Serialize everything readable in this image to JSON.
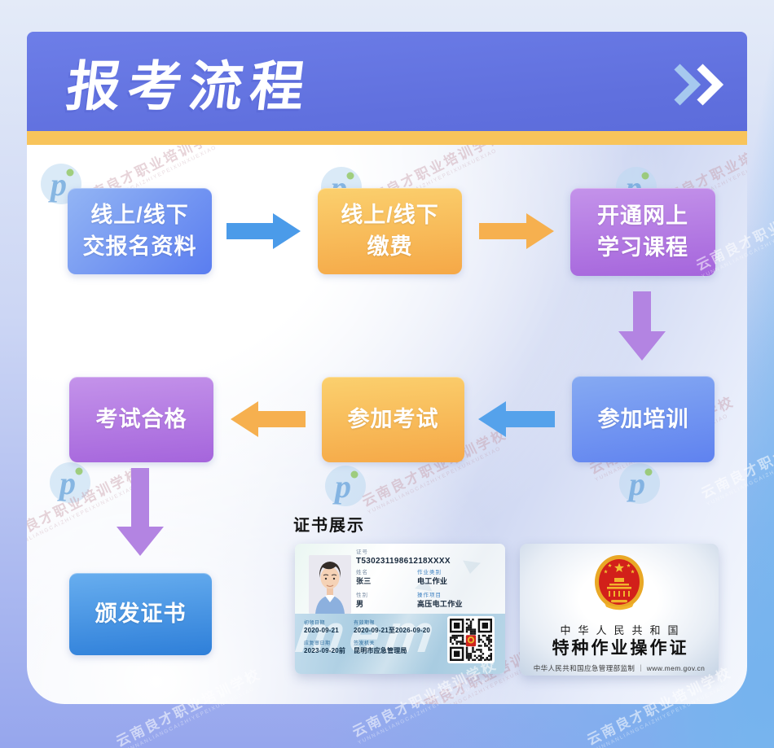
{
  "header": {
    "title": "报考流程"
  },
  "flow": {
    "steps": [
      {
        "label": "线上/线下\n交报名资料"
      },
      {
        "label": "线上/线下\n缴费"
      },
      {
        "label": "开通网上\n学习课程"
      },
      {
        "label": "参加培训"
      },
      {
        "label": "参加考试"
      },
      {
        "label": "考试合格"
      },
      {
        "label": "颁发证书"
      }
    ]
  },
  "certificates": {
    "section_label": "证书展示",
    "id_card": {
      "cert_no_label": "证号",
      "cert_no": "T53023119861218XXXX",
      "name_label": "姓名",
      "name": "张三",
      "category_label": "作业类别",
      "category": "电工作业",
      "gender_label": "性别",
      "gender": "男",
      "project_label": "操作项目",
      "project": "高压电工作业",
      "first_issue_label": "初领日期",
      "first_issue_date": "2020-09-21",
      "valid_label": "有效期限",
      "valid_period": "2020-09-21至2026-09-20",
      "review_label": "应复审日期",
      "review_date": "2023-09-20前",
      "authority_label": "签发机关",
      "authority": "昆明市应急管理局",
      "band_logo_text": "mem"
    },
    "cover_card": {
      "country": "中华人民共和国",
      "title": "特种作业操作证",
      "footer": "中华人民共和国应急管理部监制 ｜ www.mem.gov.cn"
    }
  },
  "watermark": {
    "cn": "云南良才职业培训学校",
    "en": "YUNNANLIANGCAIZHIYEPEIXUNXUEXIAO"
  },
  "colors": {
    "banner": "#6374E1",
    "accent_strip": "#F8C45B",
    "blue_box": "#5A7DF0",
    "orange_box": "#F6A94A",
    "purple_box": "#A566DD",
    "sky_box": "#2E7FD9",
    "blue_arrow": "#4B9BE9",
    "orange_arrow": "#F6B04F",
    "purple_arrow": "#B384E2"
  }
}
